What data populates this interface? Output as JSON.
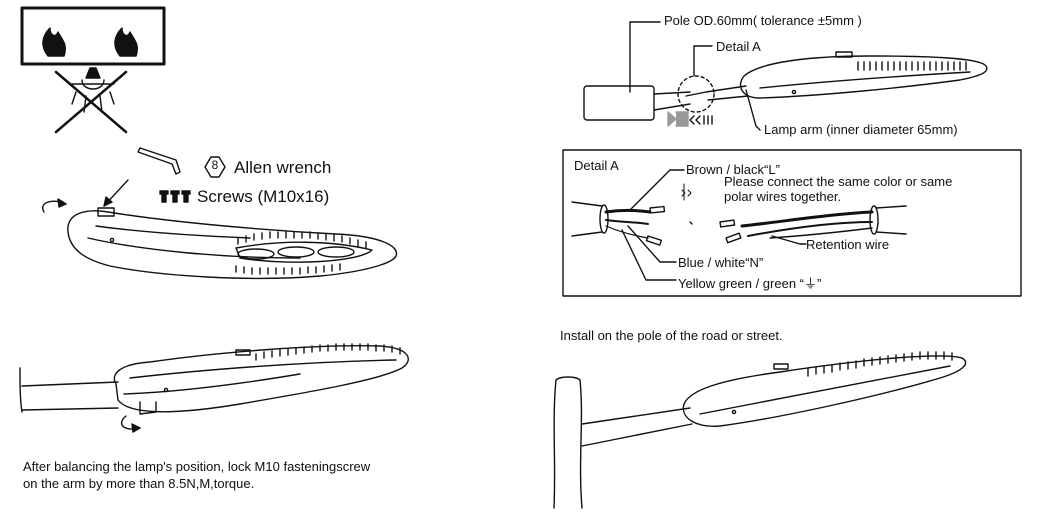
{
  "warning": {
    "icon": "no-fire-no-bulb-warning-icon"
  },
  "tools": {
    "wrench_number": "8",
    "wrench_label": "Allen wrench",
    "screws_label": "Screws (M10x16)"
  },
  "pole_diagram": {
    "pole_od_label": "Pole OD.60mm( tolerance ±5mm )",
    "detail_a_label": "Detail A",
    "lamp_arm_label": "Lamp arm (inner diameter 65mm)"
  },
  "detail_a": {
    "title": "Detail A",
    "brown_label": "Brown / black“L”",
    "instruction_line1": "Please connect the same color or same",
    "instruction_line2": "polar wires together.",
    "retention_label": "Retention wire",
    "blue_label": "Blue / white“N”",
    "ground_label": "Yellow green / green “⏚”"
  },
  "captions": {
    "install": "Install on the pole of the road or street.",
    "lock_line1": "After balancing the lamp's position, lock M10 fasteningscrew",
    "lock_line2": "on the arm by more than 8.5N,M,torque."
  }
}
